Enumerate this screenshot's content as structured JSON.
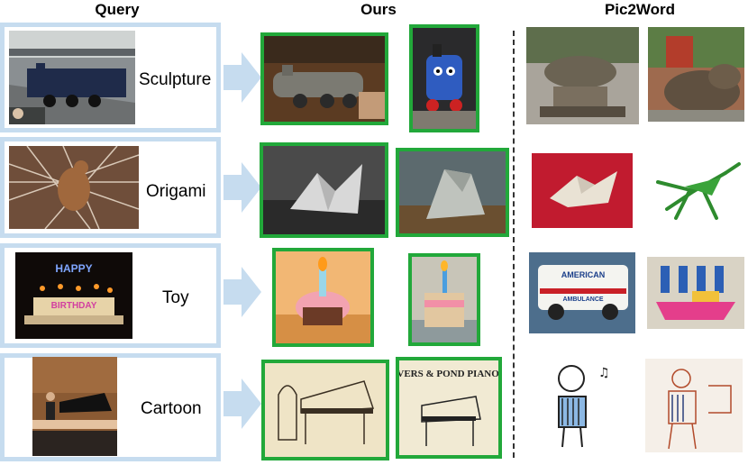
{
  "headers": {
    "query": "Query",
    "ours": "Ours",
    "pic2word": "Pic2Word"
  },
  "rows": [
    {
      "label": "Sculpture",
      "query_image": "steam-train-at-station-photo",
      "ours": [
        "model-locomotive-sculpture",
        "blue-cartoon-train-toy"
      ],
      "pic2word": [
        "bronze-pig-sculpture",
        "bronze-hippo-sculpture"
      ]
    },
    {
      "label": "Origami",
      "query_image": "squirrel-on-branches-photo",
      "ours": [
        "paper-origami-squirrel",
        "paper-origami-squirrel-2"
      ],
      "pic2word": [
        "origami-dragon-on-red",
        "green-origami-mantis"
      ]
    },
    {
      "label": "Toy",
      "query_image": "happy-birthday-candles-photo",
      "ours": [
        "plush-cupcake-with-candle",
        "plush-cake-slice-toy"
      ],
      "pic2word": [
        "toy-ambulance",
        "toy-boat"
      ]
    },
    {
      "label": "Cartoon",
      "query_image": "pianist-on-stage-photo",
      "ours": [
        "piano-line-drawing",
        "ivers-pond-pianos-ad"
      ],
      "pic2word": [
        "accordion-player-cartoon",
        "accordion-player-sketch"
      ]
    }
  ],
  "ad_text": "IVERS & POND PIANOS",
  "ambulance_text": "AMERICAN AMBULANCE",
  "birthday_text": "HAPPY BIRTHDAY",
  "colors": {
    "query_border": "#c6dcef",
    "arrow": "#c6dcef",
    "ours_border": "#22a83a",
    "divider": "#333333"
  }
}
